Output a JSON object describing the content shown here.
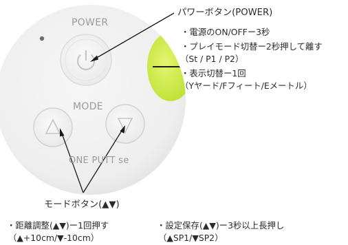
{
  "device": {
    "power_label": "POWER",
    "mode_label": "MODE",
    "brand_label": "ONE PUTT se",
    "colors": {
      "body": "#f1f1f1",
      "accent_green": "#c9ea3c",
      "arrow": "#1a1a1a"
    }
  },
  "power_callout": {
    "title": "パワーボタン(POWER)",
    "items": [
      "・電源のON/OFFー3秒",
      "・プレイモード切替ー2秒押して離す",
      "（St / P1 / P2）",
      "・表示切替ー1回",
      "（Yヤード/Fフィート/Eメートル）"
    ]
  },
  "mode_callout": {
    "title": "モードボタン(▲▼)",
    "left": [
      "・距離調整(▲▼)ー1回押す",
      "（▲+10cm/▼-10cm）"
    ],
    "right": [
      "・設定保存(▲▼)ー3秒以上長押し",
      "（▲SP1/▼SP2）"
    ]
  }
}
